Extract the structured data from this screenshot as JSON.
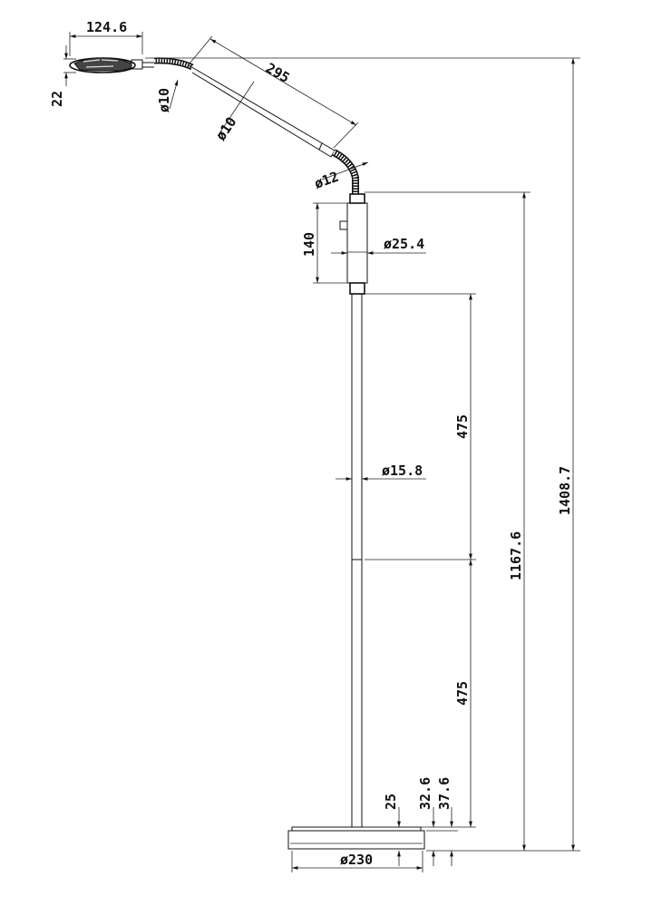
{
  "diagram": {
    "dimensions": {
      "head_width": "124.6",
      "head_height": "22",
      "arm_diameter_1": "ø10",
      "arm_length": "295",
      "arm_diameter_2": "ø10",
      "joint_diameter": "ø12",
      "switch_height": "140",
      "switch_diameter": "ø25.4",
      "pole_diameter": "ø15.8",
      "pole_upper": "475",
      "pole_lower": "475",
      "base_thickness_1": "25",
      "base_thickness_2": "32.6",
      "base_thickness_3": "37.6",
      "pole_total": "1167.6",
      "total_height": "1408.7",
      "base_diameter": "ø230"
    }
  }
}
